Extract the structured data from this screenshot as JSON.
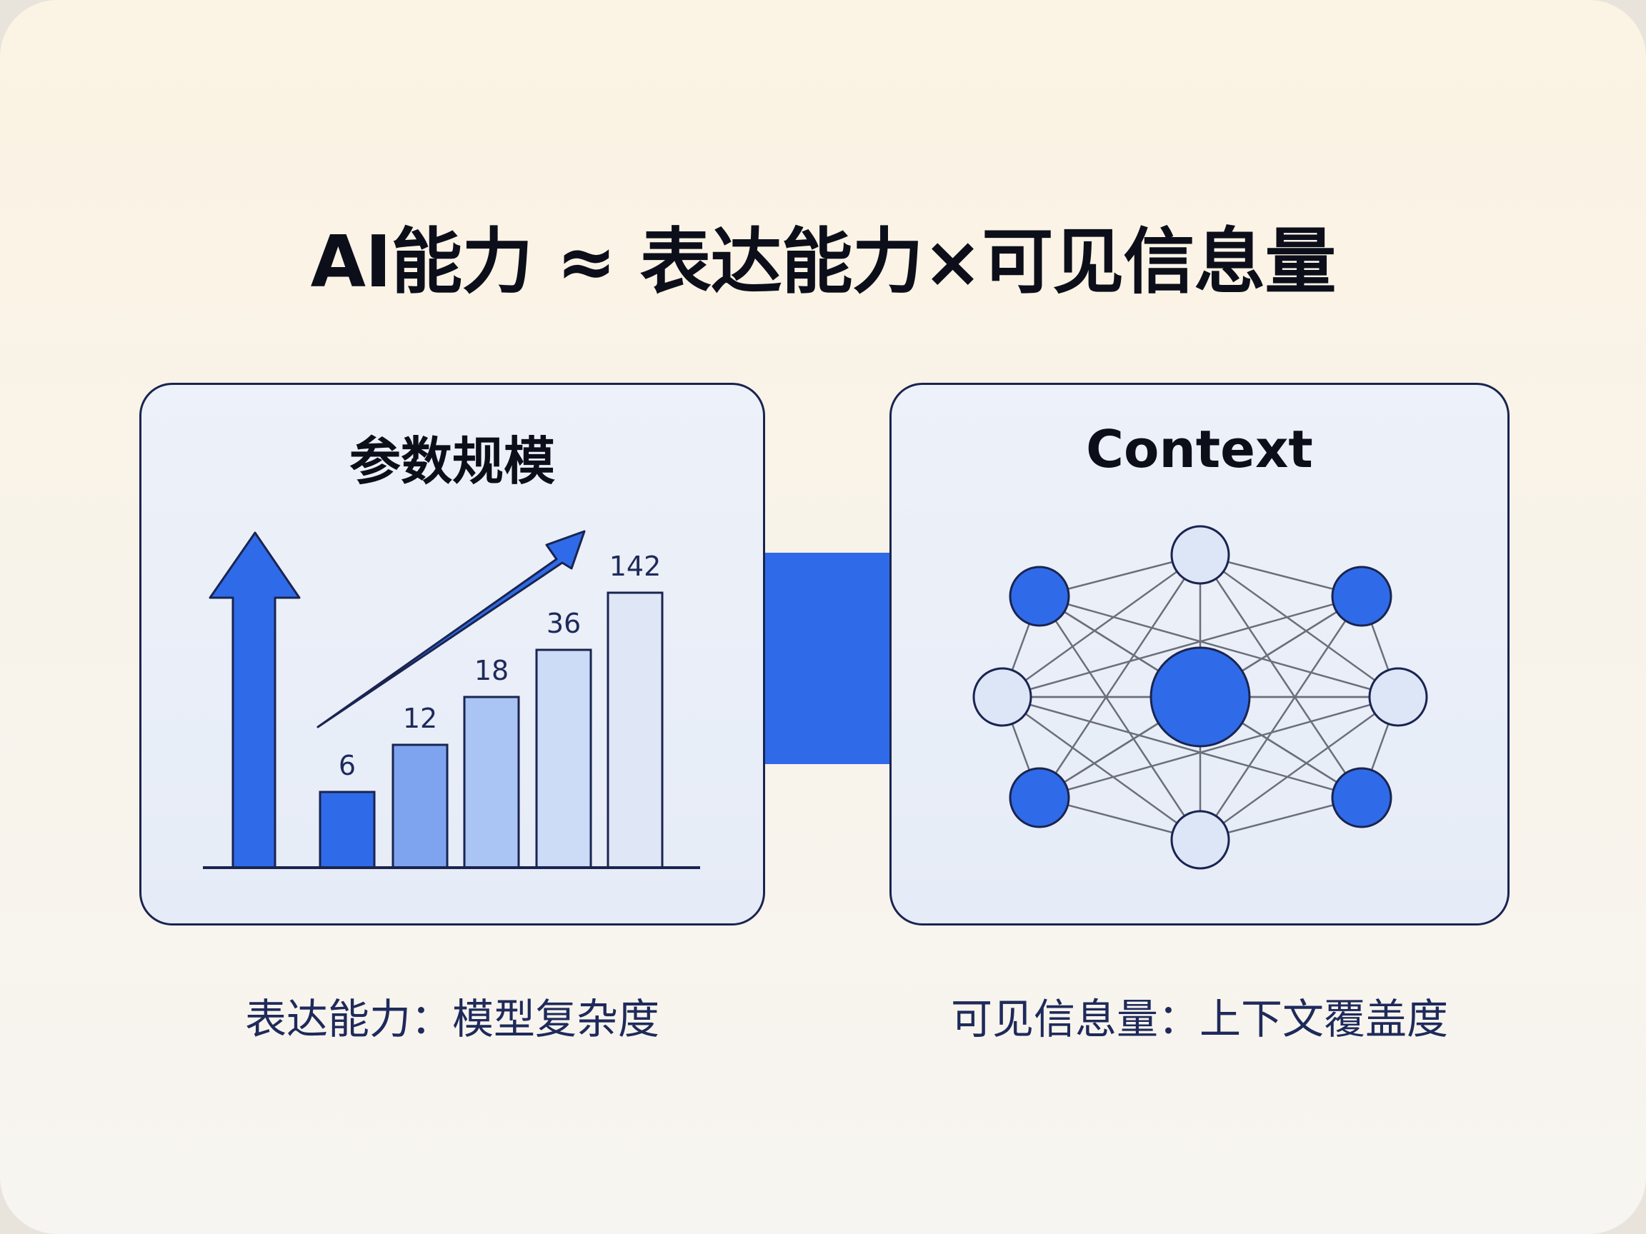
{
  "title": "AI能力 ≈ 表达能力×可见信息量",
  "left_panel": {
    "title": "参数规模",
    "caption": "表达能力：模型复杂度",
    "bars": [
      {
        "label": "6",
        "color": "#2f6be8"
      },
      {
        "label": "12",
        "color": "#7ea4f0"
      },
      {
        "label": "18",
        "color": "#aac4f4"
      },
      {
        "label": "36",
        "color": "#ccdbf6"
      },
      {
        "label": "142",
        "color": "#dfe7f7"
      }
    ]
  },
  "right_panel": {
    "title": "Context",
    "caption": "可见信息量：上下文覆盖度"
  },
  "colors": {
    "accent": "#2f6be8",
    "outline": "#1a2450",
    "light_node": "#dde6f6"
  }
}
